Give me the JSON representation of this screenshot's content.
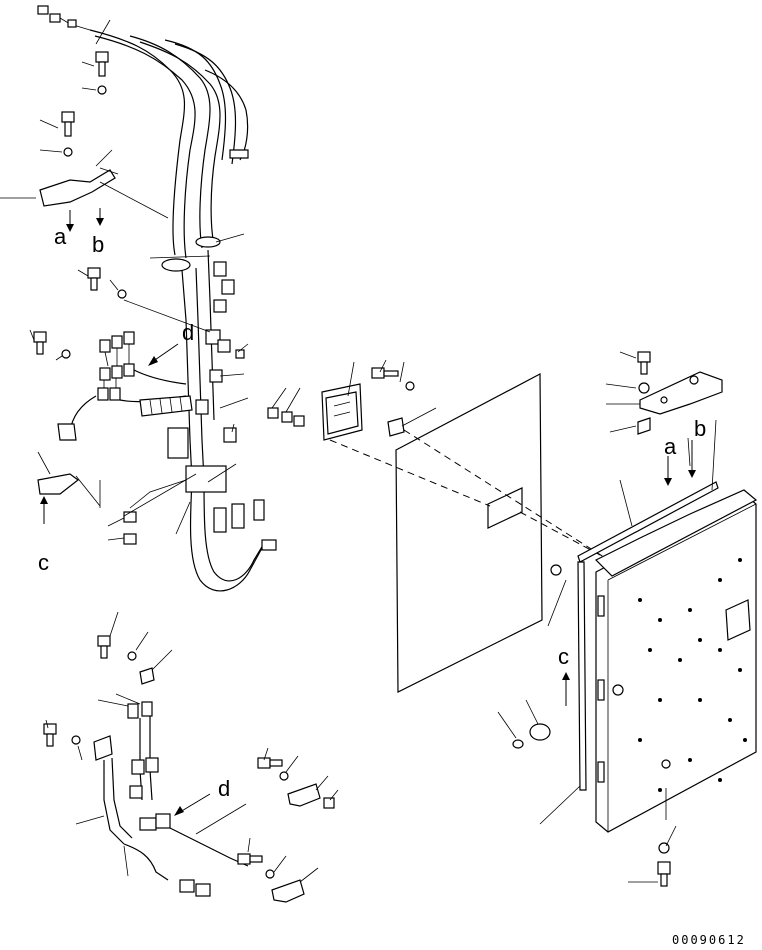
{
  "drawing": {
    "drawing_number": "00090612",
    "view_labels": {
      "a": "a",
      "b": "b",
      "c": "c",
      "d": "d"
    }
  },
  "colors": {
    "line": "#000000",
    "background": "#ffffff"
  }
}
